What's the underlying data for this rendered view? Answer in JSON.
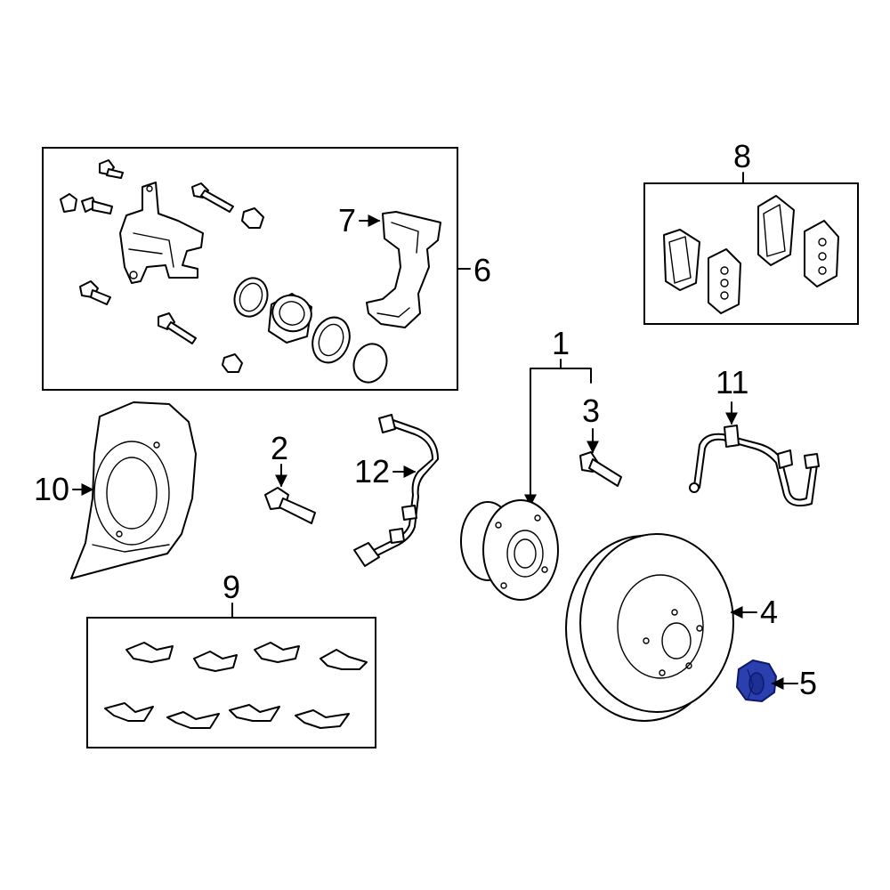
{
  "callouts": {
    "c1": "1",
    "c2": "2",
    "c3": "3",
    "c4": "4",
    "c5": "5",
    "c6": "6",
    "c7": "7",
    "c8": "8",
    "c9": "9",
    "c10": "10",
    "c11": "11",
    "c12": "12"
  },
  "colors": {
    "highlight_fill": "#2b3fae",
    "highlight_stroke": "#0d1a6b",
    "line": "#000000"
  },
  "highlighted_part": "5"
}
